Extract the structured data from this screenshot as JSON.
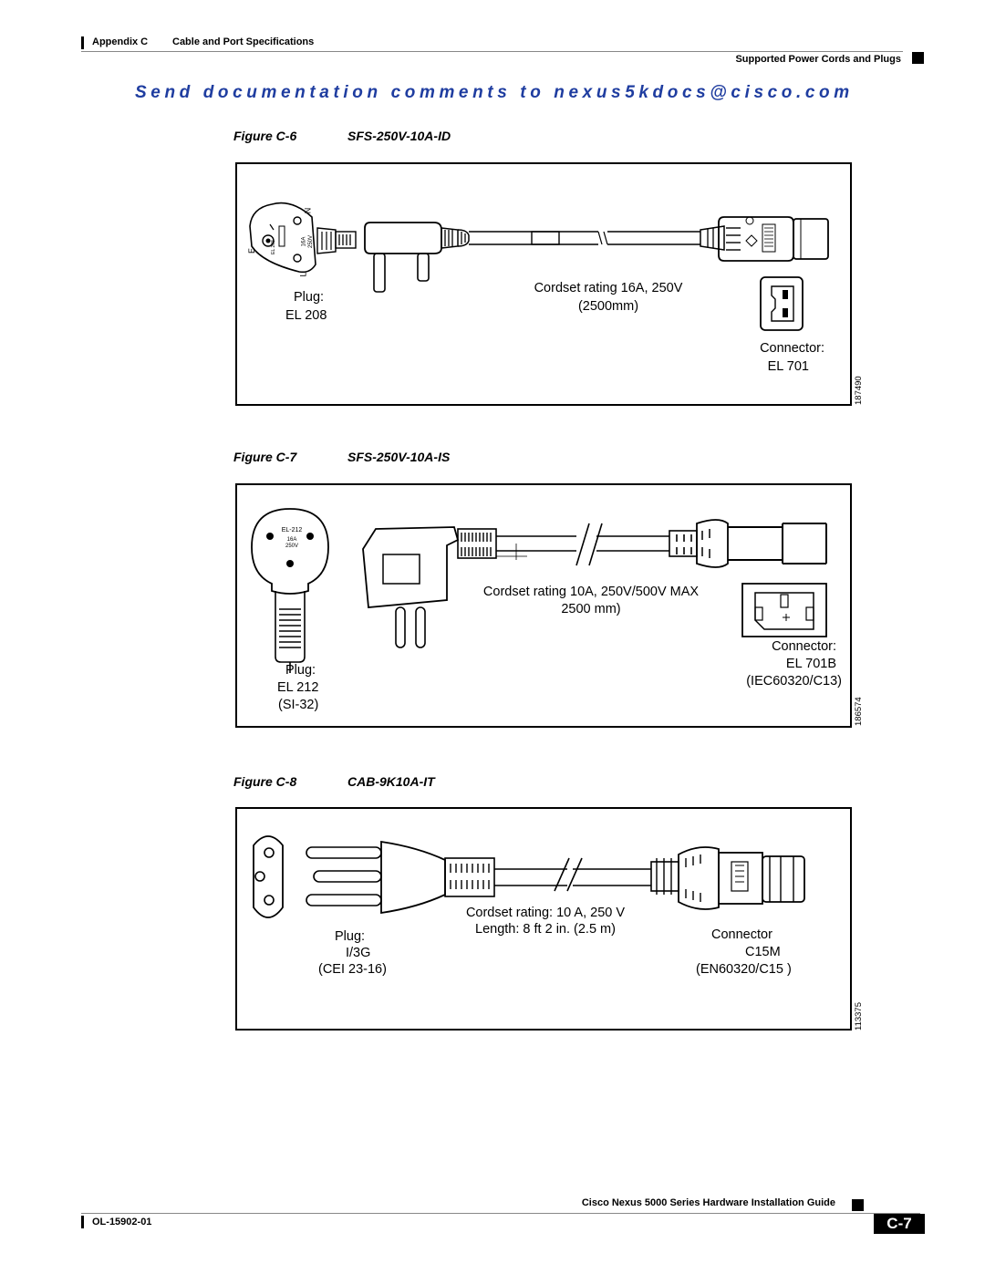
{
  "header": {
    "appendix": "Appendix C",
    "chapter": "Cable and Port Specifications",
    "section": "Supported Power Cords and Plugs",
    "feedback": "Send documentation comments to nexus5kdocs@cisco.com"
  },
  "figures": [
    {
      "number": "Figure C-6",
      "title": "SFS-250V-10A-ID",
      "plug_label": "Plug:",
      "plug_model": "EL 208",
      "rating": "Cordset rating 16A, 250V",
      "length": "(2500mm)",
      "connector_label": "Connector:",
      "connector_model": "EL 701",
      "art_id": "187490",
      "plug_marks": {
        "e": "E",
        "n": "N",
        "l": "L",
        "cert": "EL 208",
        "amp": "16A",
        "volt": "250V"
      }
    },
    {
      "number": "Figure C-7",
      "title": "SFS-250V-10A-IS",
      "plug_label": "Plug:",
      "plug_model": "EL 212",
      "plug_std": "(SI-32)",
      "rating": "Cordset rating 10A, 250V/500V MAX",
      "length": "2500 mm)",
      "connector_label": "Connector:",
      "connector_model": "EL 701B",
      "connector_std": "(IEC60320/C13)",
      "art_id": "186574",
      "plug_marks": {
        "cert": "EL-212",
        "amp": "16A",
        "volt": "250V"
      }
    },
    {
      "number": "Figure C-8",
      "title": "CAB-9K10A-IT",
      "plug_label": "Plug:",
      "plug_model": "I/3G",
      "plug_std": "(CEI 23-16)",
      "rating": "Cordset rating: 10 A, 250 V",
      "length": "Length: 8 ft 2 in. (2.5 m)",
      "connector_label": "Connector",
      "connector_model": "C15M",
      "connector_std": "(EN60320/C15 )",
      "art_id": "113375"
    }
  ],
  "footer": {
    "guide_title": "Cisco Nexus 5000 Series Hardware Installation Guide",
    "doc_number": "OL-15902-01",
    "page": "C-7"
  }
}
